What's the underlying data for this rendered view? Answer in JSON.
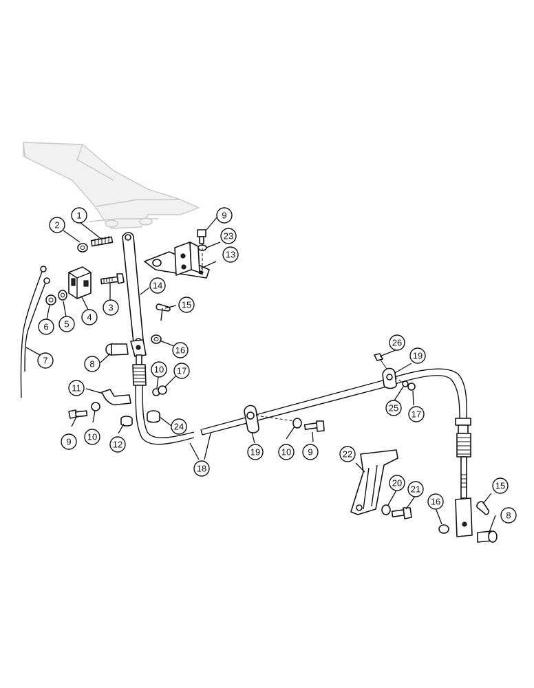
{
  "diagram": {
    "callouts": [
      {
        "id": "c1",
        "label": "1"
      },
      {
        "id": "c2",
        "label": "2"
      },
      {
        "id": "c3",
        "label": "3"
      },
      {
        "id": "c4",
        "label": "4"
      },
      {
        "id": "c5",
        "label": "5"
      },
      {
        "id": "c6",
        "label": "6"
      },
      {
        "id": "c7",
        "label": "7"
      },
      {
        "id": "c8a",
        "label": "8"
      },
      {
        "id": "c8b",
        "label": "8"
      },
      {
        "id": "c9a",
        "label": "9"
      },
      {
        "id": "c9b",
        "label": "9"
      },
      {
        "id": "c9c",
        "label": "9"
      },
      {
        "id": "c10a",
        "label": "10"
      },
      {
        "id": "c10b",
        "label": "10"
      },
      {
        "id": "c10c",
        "label": "10"
      },
      {
        "id": "c11",
        "label": "11"
      },
      {
        "id": "c12",
        "label": "12"
      },
      {
        "id": "c13",
        "label": "13"
      },
      {
        "id": "c14",
        "label": "14"
      },
      {
        "id": "c15a",
        "label": "15"
      },
      {
        "id": "c15b",
        "label": "15"
      },
      {
        "id": "c16a",
        "label": "16"
      },
      {
        "id": "c16b",
        "label": "16"
      },
      {
        "id": "c17a",
        "label": "17"
      },
      {
        "id": "c17b",
        "label": "17"
      },
      {
        "id": "c18",
        "label": "18"
      },
      {
        "id": "c19a",
        "label": "19"
      },
      {
        "id": "c19b",
        "label": "19"
      },
      {
        "id": "c20",
        "label": "20"
      },
      {
        "id": "c21",
        "label": "21"
      },
      {
        "id": "c22",
        "label": "22"
      },
      {
        "id": "c23",
        "label": "23"
      },
      {
        "id": "c24",
        "label": "24"
      },
      {
        "id": "c25",
        "label": "25"
      },
      {
        "id": "c26",
        "label": "26"
      }
    ]
  }
}
